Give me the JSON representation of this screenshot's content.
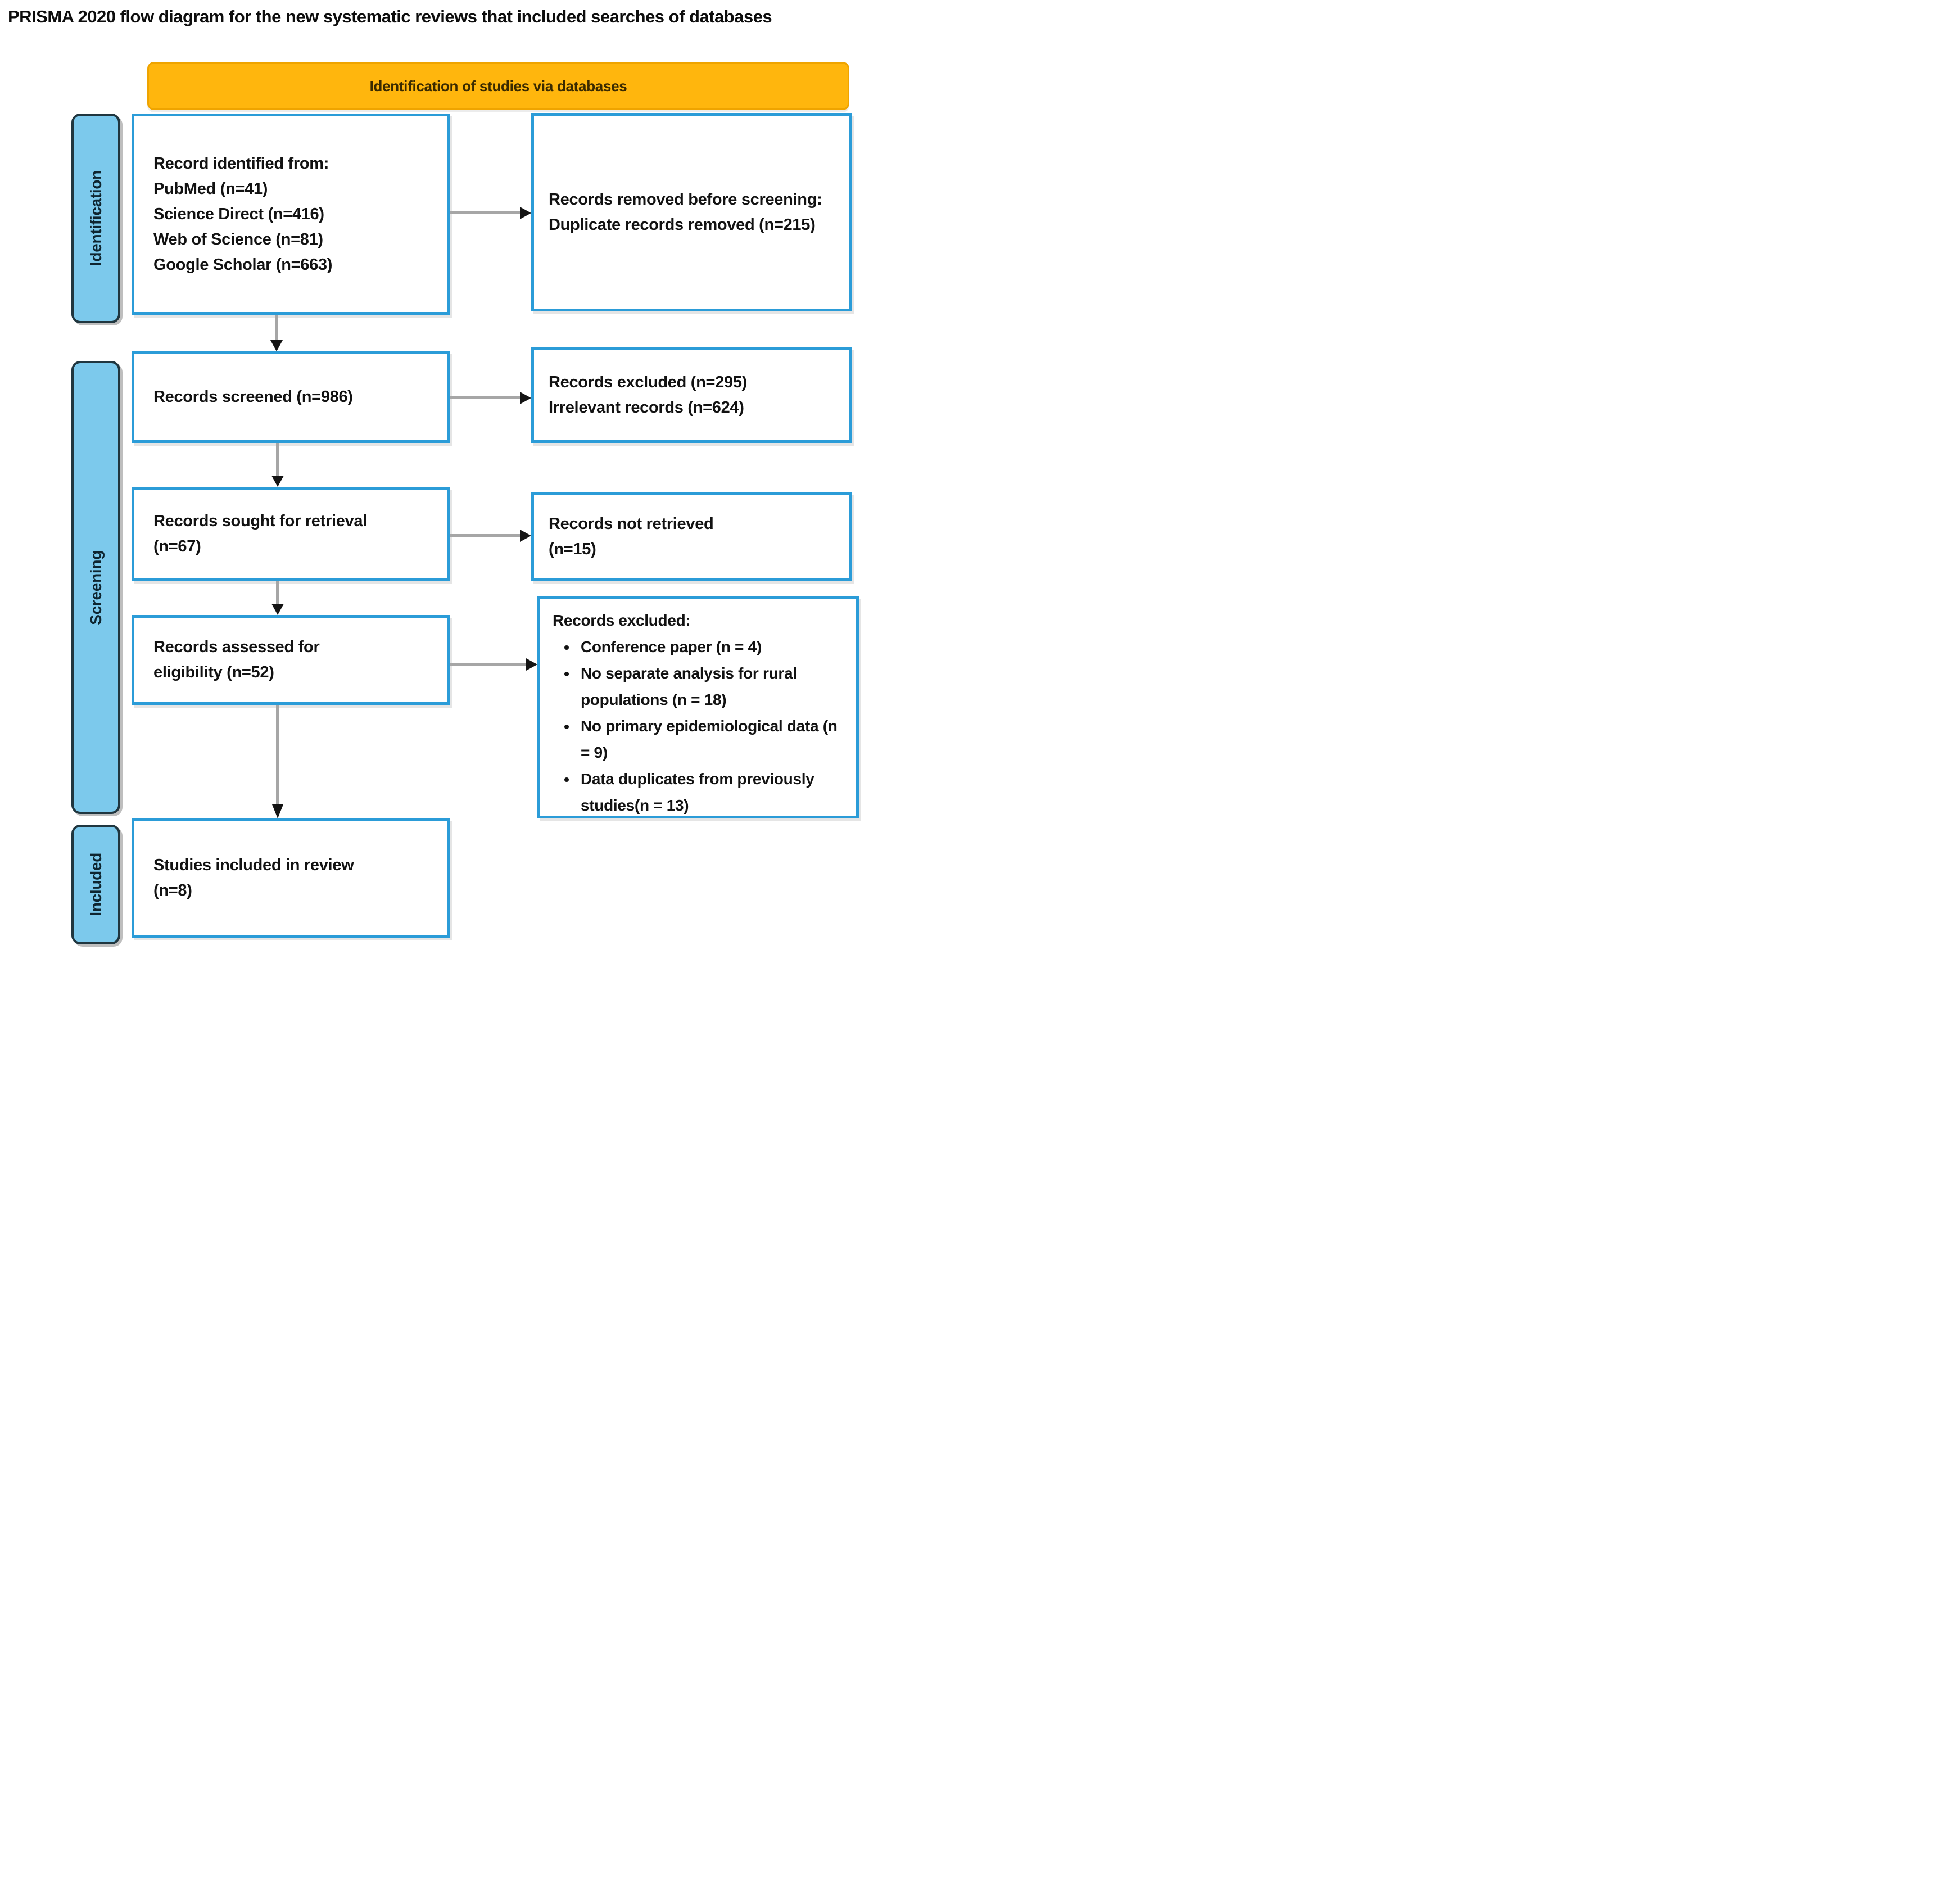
{
  "title": "PRISMA 2020 flow diagram for the new systematic reviews that included searches of databases",
  "banner": {
    "label": "Identification of studies via databases"
  },
  "sidebar": {
    "identification": "Identification",
    "screening": "Screening",
    "included": "Included"
  },
  "flow": {
    "identified": {
      "lines": [
        "Record identified from:",
        "PubMed (n=41)",
        "Science Direct (n=416)",
        "Web of Science (n=81)",
        "Google Scholar (n=663)"
      ]
    },
    "removed_before_screening": {
      "lines": [
        "Records removed before screening:",
        "Duplicate records removed (n=215)"
      ]
    },
    "screened": {
      "label": "Records screened (n=986)"
    },
    "excluded_screening": {
      "lines": [
        "Records excluded (n=295)",
        "Irrelevant records (n=624)"
      ]
    },
    "sought": {
      "lines": [
        "Records sought for retrieval",
        "(n=67)"
      ]
    },
    "not_retrieved": {
      "lines": [
        "Records not retrieved",
        "(n=15)"
      ]
    },
    "assessed": {
      "lines": [
        "Records assessed for",
        "eligibility (n=52)"
      ]
    },
    "excluded_eligibility": {
      "heading": "Records excluded:",
      "bullets": [
        "Conference paper (n = 4)",
        "No separate analysis for rural populations (n = 18)",
        "No primary epidemiological data (n = 9)",
        "Data duplicates from previously studies(n = 13)"
      ]
    },
    "included_review": {
      "lines": [
        "Studies included in review",
        "(n=8)"
      ]
    }
  },
  "colors": {
    "banner_fill": "#FFB60D",
    "box_border": "#2B9CD8",
    "sidebar_fill": "#7CC9EC",
    "sidebar_border": "#20363F",
    "arrow_line": "#A6A6A6",
    "arrow_head": "#141414"
  }
}
